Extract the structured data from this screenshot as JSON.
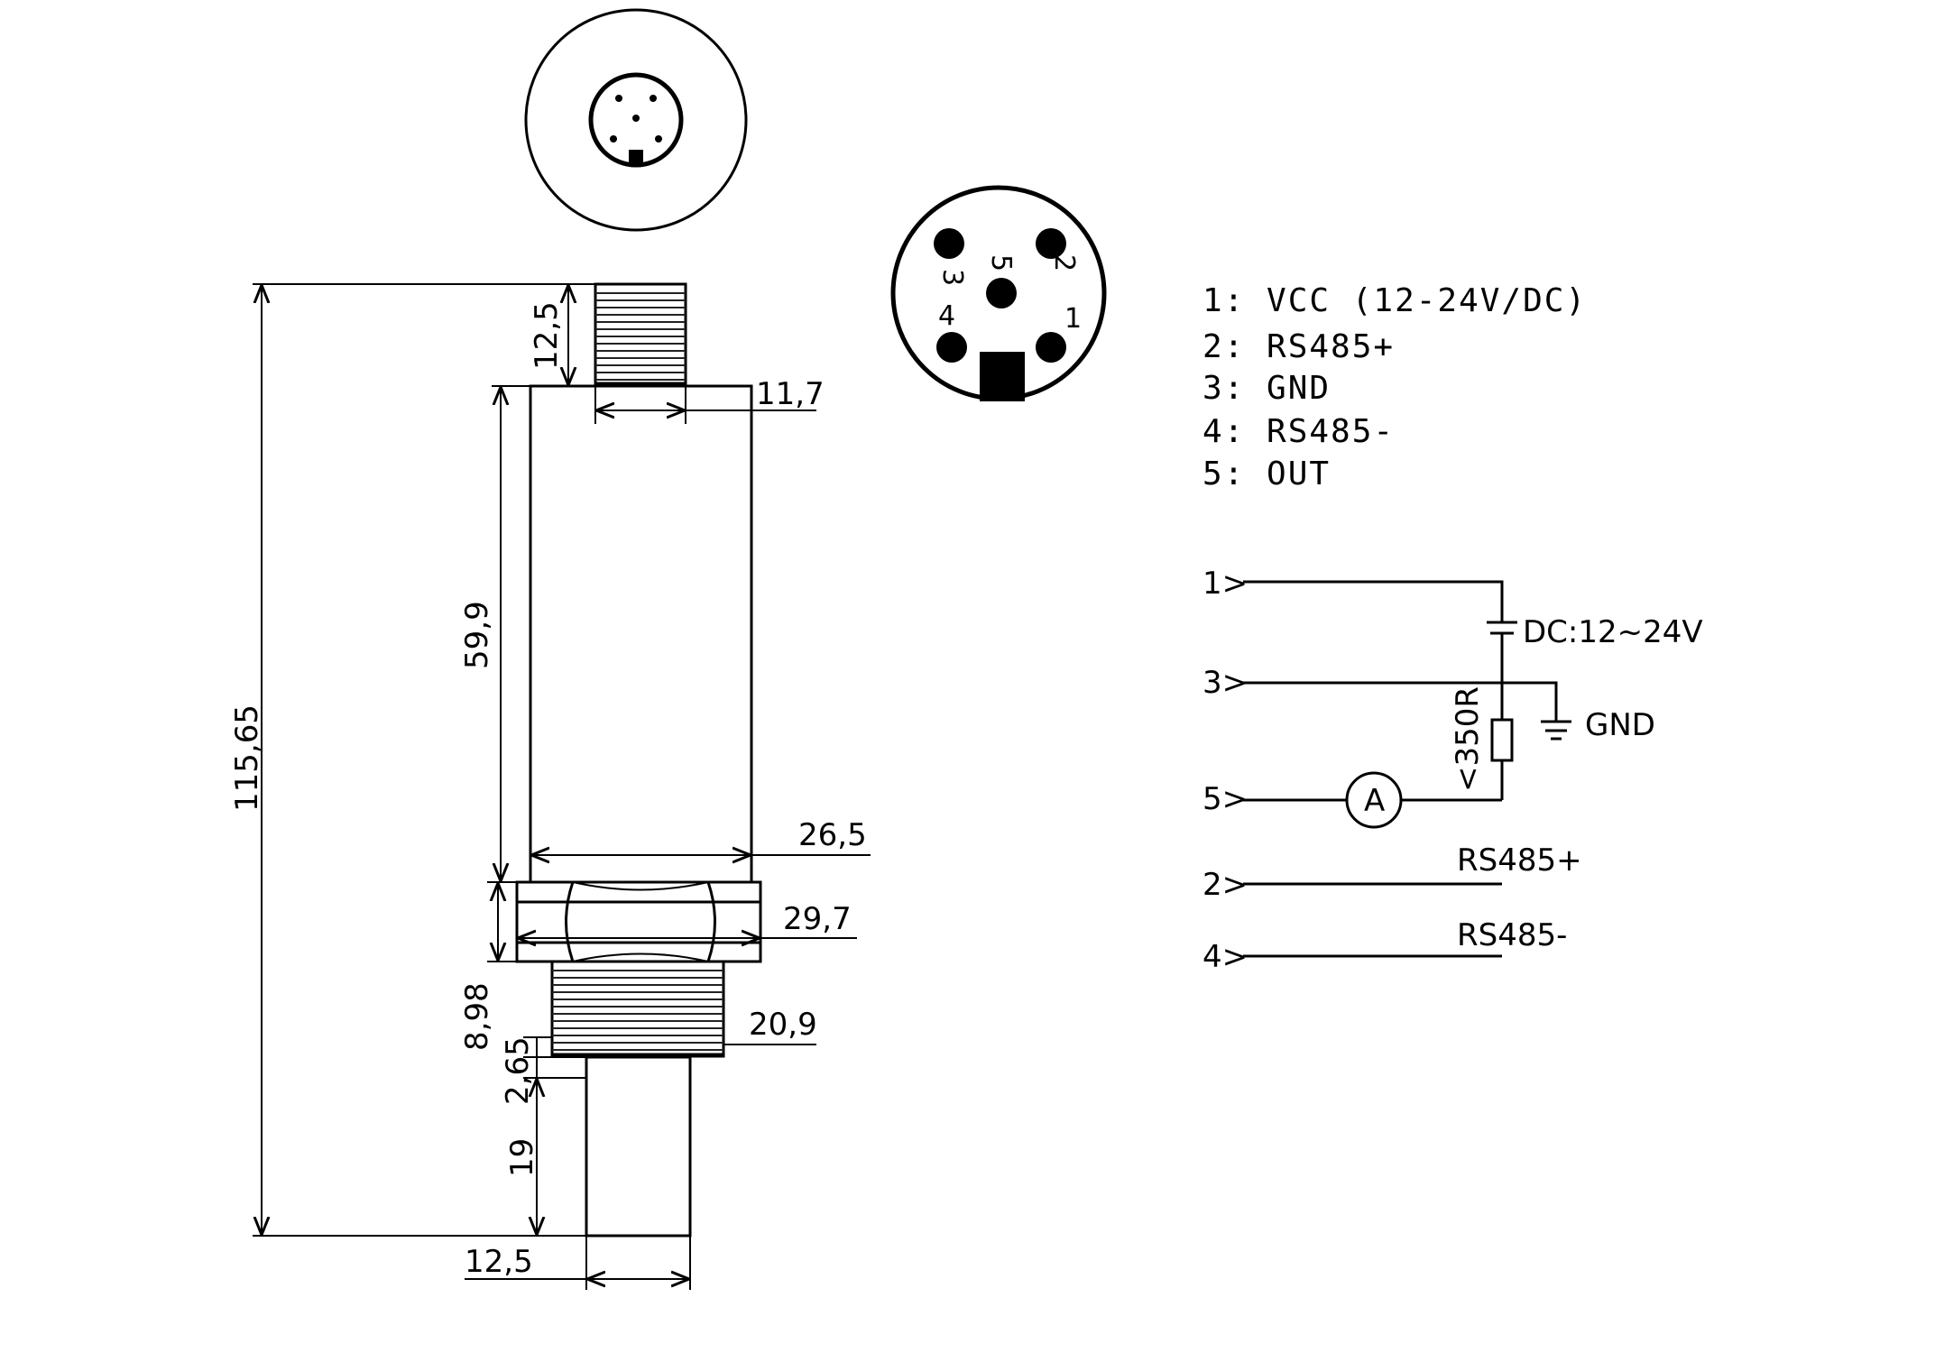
{
  "dimensions": {
    "total_height": "115,65",
    "connector_height": "12,5",
    "connector_width": "11,7",
    "body_height": "59,9",
    "body_width": "26,5",
    "hex_width": "29,7",
    "hex_height": "8,98",
    "thread_width": "20,9",
    "gap_height": "2,65",
    "probe_height": "19",
    "probe_width": "12,5"
  },
  "connector_pins": {
    "pin1": "1",
    "pin2": "2",
    "pin3": "3",
    "pin4": "4",
    "pin5": "5"
  },
  "pin_legend": [
    "1: VCC (12-24V/DC)",
    "2: RS485+",
    "3: GND",
    "4: RS485-",
    "5: OUT"
  ],
  "circuit": {
    "terminals": [
      "1>",
      "3>",
      "5>",
      "2>",
      "4>"
    ],
    "supply_label": "DC:12~24V",
    "ground_label": "GND",
    "resistor_label": "<350R",
    "meter_label": "A",
    "rs485_plus_label": "RS485+",
    "rs485_minus_label": "RS485-"
  }
}
